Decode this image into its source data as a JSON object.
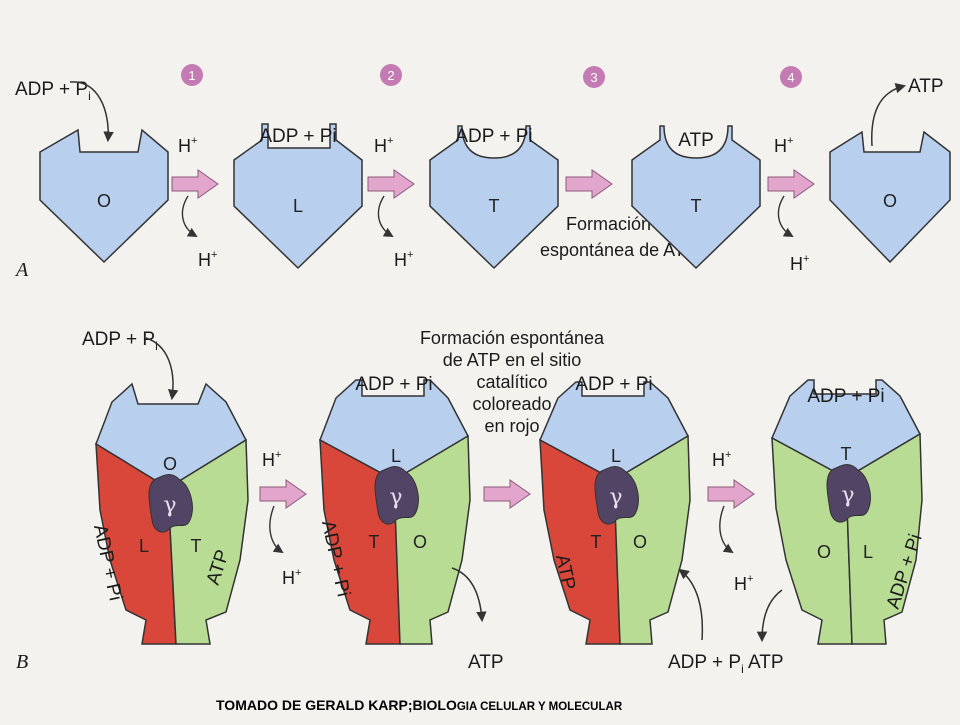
{
  "chart_data": null,
  "panel_a": {
    "section_label": "A",
    "steps": [
      "1",
      "2",
      "3",
      "4"
    ],
    "input_label": "ADP + P",
    "input_sub": "i",
    "output_label": "ATP",
    "site_states": [
      "O",
      "L",
      "T",
      "T",
      "O"
    ],
    "bound": [
      "",
      "ADP + Pi",
      "ADP + Pi",
      "ATP",
      ""
    ],
    "proton_label": "H",
    "proton_sup": "+",
    "spontaneous_note": [
      "Formación",
      "espontánea de ATP"
    ]
  },
  "panel_b": {
    "section_label": "B",
    "input_label": "ADP + P",
    "input_sub": "i",
    "gamma": "γ",
    "note": [
      "Formación espontánea",
      "de ATP en el sitio",
      "catalítico",
      "coloreado",
      "en rojo"
    ],
    "states": [
      {
        "top": "O",
        "left": "L",
        "right": "T"
      },
      {
        "top": "L",
        "left": "T",
        "right": "O"
      },
      {
        "top": "L",
        "left": "T",
        "right": "O"
      },
      {
        "top": "T",
        "left": "O",
        "right": "L"
      }
    ],
    "side_labels": [
      "ADP + Pi",
      "ATP",
      "ADP + Pi",
      "ATP",
      "ADP + Pi"
    ],
    "bottom_atp": "ATP",
    "bottom_adp": "ADP + P",
    "bottom_adp_sub": "i",
    "proton_label": "H",
    "proton_sup": "+"
  },
  "caption": {
    "main": "TOMADO DE  GERALD KARP;BIOLO",
    "small": "GIA CELULAR Y MOLECULAR"
  },
  "colors": {
    "blue": "#b9cfee",
    "red": "#d9473b",
    "green": "#b8dc93",
    "gamma": "#514465",
    "arrow": "#e2a5cc",
    "step": "#c47ab2"
  }
}
